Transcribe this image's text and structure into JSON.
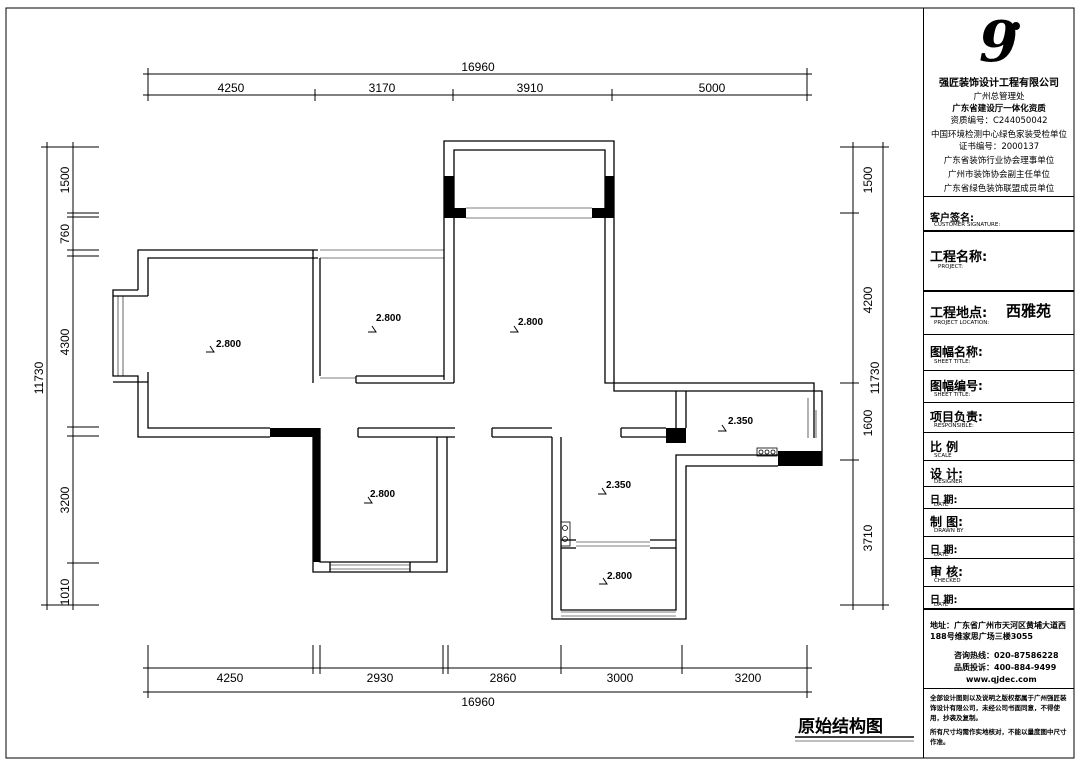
{
  "plan": {
    "top_total": "16960",
    "top_dims": [
      "4250",
      "3170",
      "3910",
      "5000"
    ],
    "bottom_total": "16960",
    "bottom_dims": [
      "4250",
      "2930",
      "2860",
      "3000",
      "3200"
    ],
    "left_total": "11730",
    "left_dims": [
      "1500",
      "760",
      "4300",
      "3200",
      "1010"
    ],
    "right_total": "11730",
    "right_dims": [
      "1500",
      "4200",
      "1600",
      "3710"
    ],
    "elevations": [
      "2.800",
      "2.800",
      "2.800",
      "2.350",
      "2.800",
      "2.350",
      "2.800"
    ],
    "sheet_label": "原始结构图"
  },
  "titleblock": {
    "company": "强匠装饰设计工程有限公司",
    "lines": [
      "广州总管理处",
      "广东省建设厅一体化资质",
      "资质编号：C244050042",
      "中国环境检测中心绿色家装受检单位",
      "证书编号：2000137",
      "广东省装饰行业协会理事单位",
      "广州市装饰协会副主任单位",
      "广东省绿色装饰联盟成员单位"
    ],
    "client_label": "客户签名:",
    "client_sub": "CUSTOMER SIGNATURE:",
    "project_label": "工程名称:",
    "project_sub": "PROJECT:",
    "location_label": "工程地点:",
    "location_sub": "PROJECT LOCATION:",
    "location_value": "西雅苑",
    "sheet_title_label": "图幅名称:",
    "sheet_title_sub": "SHEET TITLE:",
    "sheet_no_label": "图幅编号:",
    "sheet_no_sub": "SHEET TITLE:",
    "responsible_label": "项目负责:",
    "responsible_sub": "RESPONSIBLE:",
    "scale_label": "比  例",
    "scale_sub": "SCALE",
    "designer_label": "设  计:",
    "designer_sub": "DESIGNER",
    "date1_label": "日  期:",
    "date1_sub": "DATE",
    "drawn_label": "制  图:",
    "drawn_sub": "DRAWN BY",
    "date2_label": "日  期:",
    "date2_sub": "DATE",
    "checked_label": "审  核:",
    "checked_sub": "CHECKED",
    "date3_label": "日  期:",
    "date3_sub": "DATE",
    "address": "地址：广东省广州市天河区黄埔大道西188号维家思广场三楼3055",
    "hotline": "咨询热线：020-87586228",
    "complaint": "品质投诉：400-884-9499",
    "website": "www.qjdec.com",
    "note1": "全部设计图则以及说明之版权都属于广州强匠装饰设计有限公司，未经公司书面同意，不得使用，抄袭及复制。",
    "note2": "所有尺寸均需作实地核对，不能以量度图中尺寸作准。"
  }
}
